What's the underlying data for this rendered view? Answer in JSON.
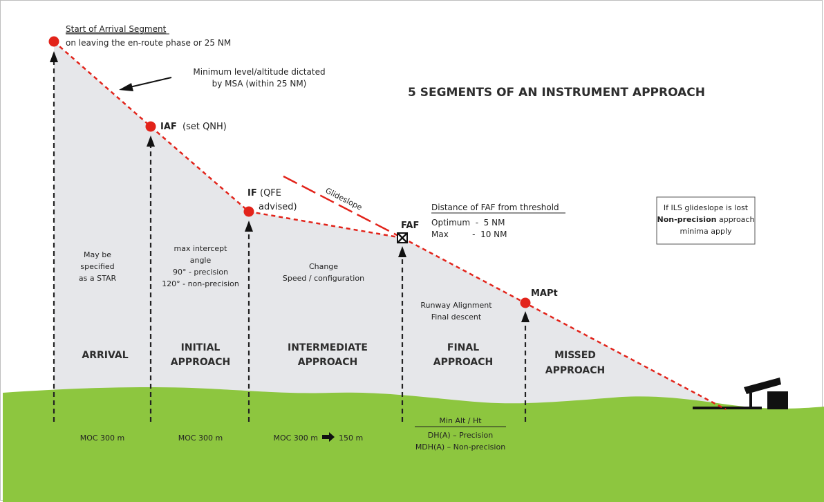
{
  "title": "5 SEGMENTS OF AN INSTRUMENT APPROACH",
  "start_segment": {
    "heading": "Start of Arrival Segment",
    "sub": "on leaving the en-route phase or 25 NM"
  },
  "msa_note": {
    "line1": "Minimum level/altitude dictated",
    "line2": "by MSA (within 25 NM)"
  },
  "iaf": {
    "label": "IAF",
    "note": "(set QNH)"
  },
  "if_fix": {
    "label": "IF",
    "note1": "(QFE",
    "note2": "advised)"
  },
  "glideslope": "Glideslope",
  "faf": {
    "label": "FAF",
    "heading": "Distance of FAF from threshold",
    "line1": "Optimum  -  5 NM",
    "line2": "Max         -  10 NM"
  },
  "mapt": "MAPt",
  "ils_box": {
    "line1": "If ILS glideslope is lost",
    "line2": "Non-precision",
    "line2_rest": " approach",
    "line3": "minima apply"
  },
  "arrival_desc": [
    "May be",
    "specified",
    "as a STAR"
  ],
  "initial_desc": [
    "max intercept",
    "angle",
    "90° - precision",
    "120° - non-precision"
  ],
  "intermediate_desc": [
    "Change",
    "Speed / configuration"
  ],
  "final_desc": [
    "Runway Alignment",
    "Final descent"
  ],
  "segments": [
    {
      "l1": "ARRIVAL",
      "l2": ""
    },
    {
      "l1": "INITIAL",
      "l2": "APPROACH"
    },
    {
      "l1": "INTERMEDIATE",
      "l2": "APPROACH"
    },
    {
      "l1": "FINAL",
      "l2": "APPROACH"
    },
    {
      "l1": "MISSED",
      "l2": "APPROACH"
    }
  ],
  "moc": [
    "MOC 300 m",
    "MOC 300 m",
    "MOC 300 m",
    "150 m"
  ],
  "min_alt": {
    "heading": "Min Alt / Ht",
    "line1": "DH(A) – Precision",
    "line2": "MDH(A) – Non-precision"
  },
  "colors": {
    "path": "#e2231a",
    "fix": "#e2231a",
    "ground": "#8dc63f",
    "shade": "#e6e7ea"
  }
}
